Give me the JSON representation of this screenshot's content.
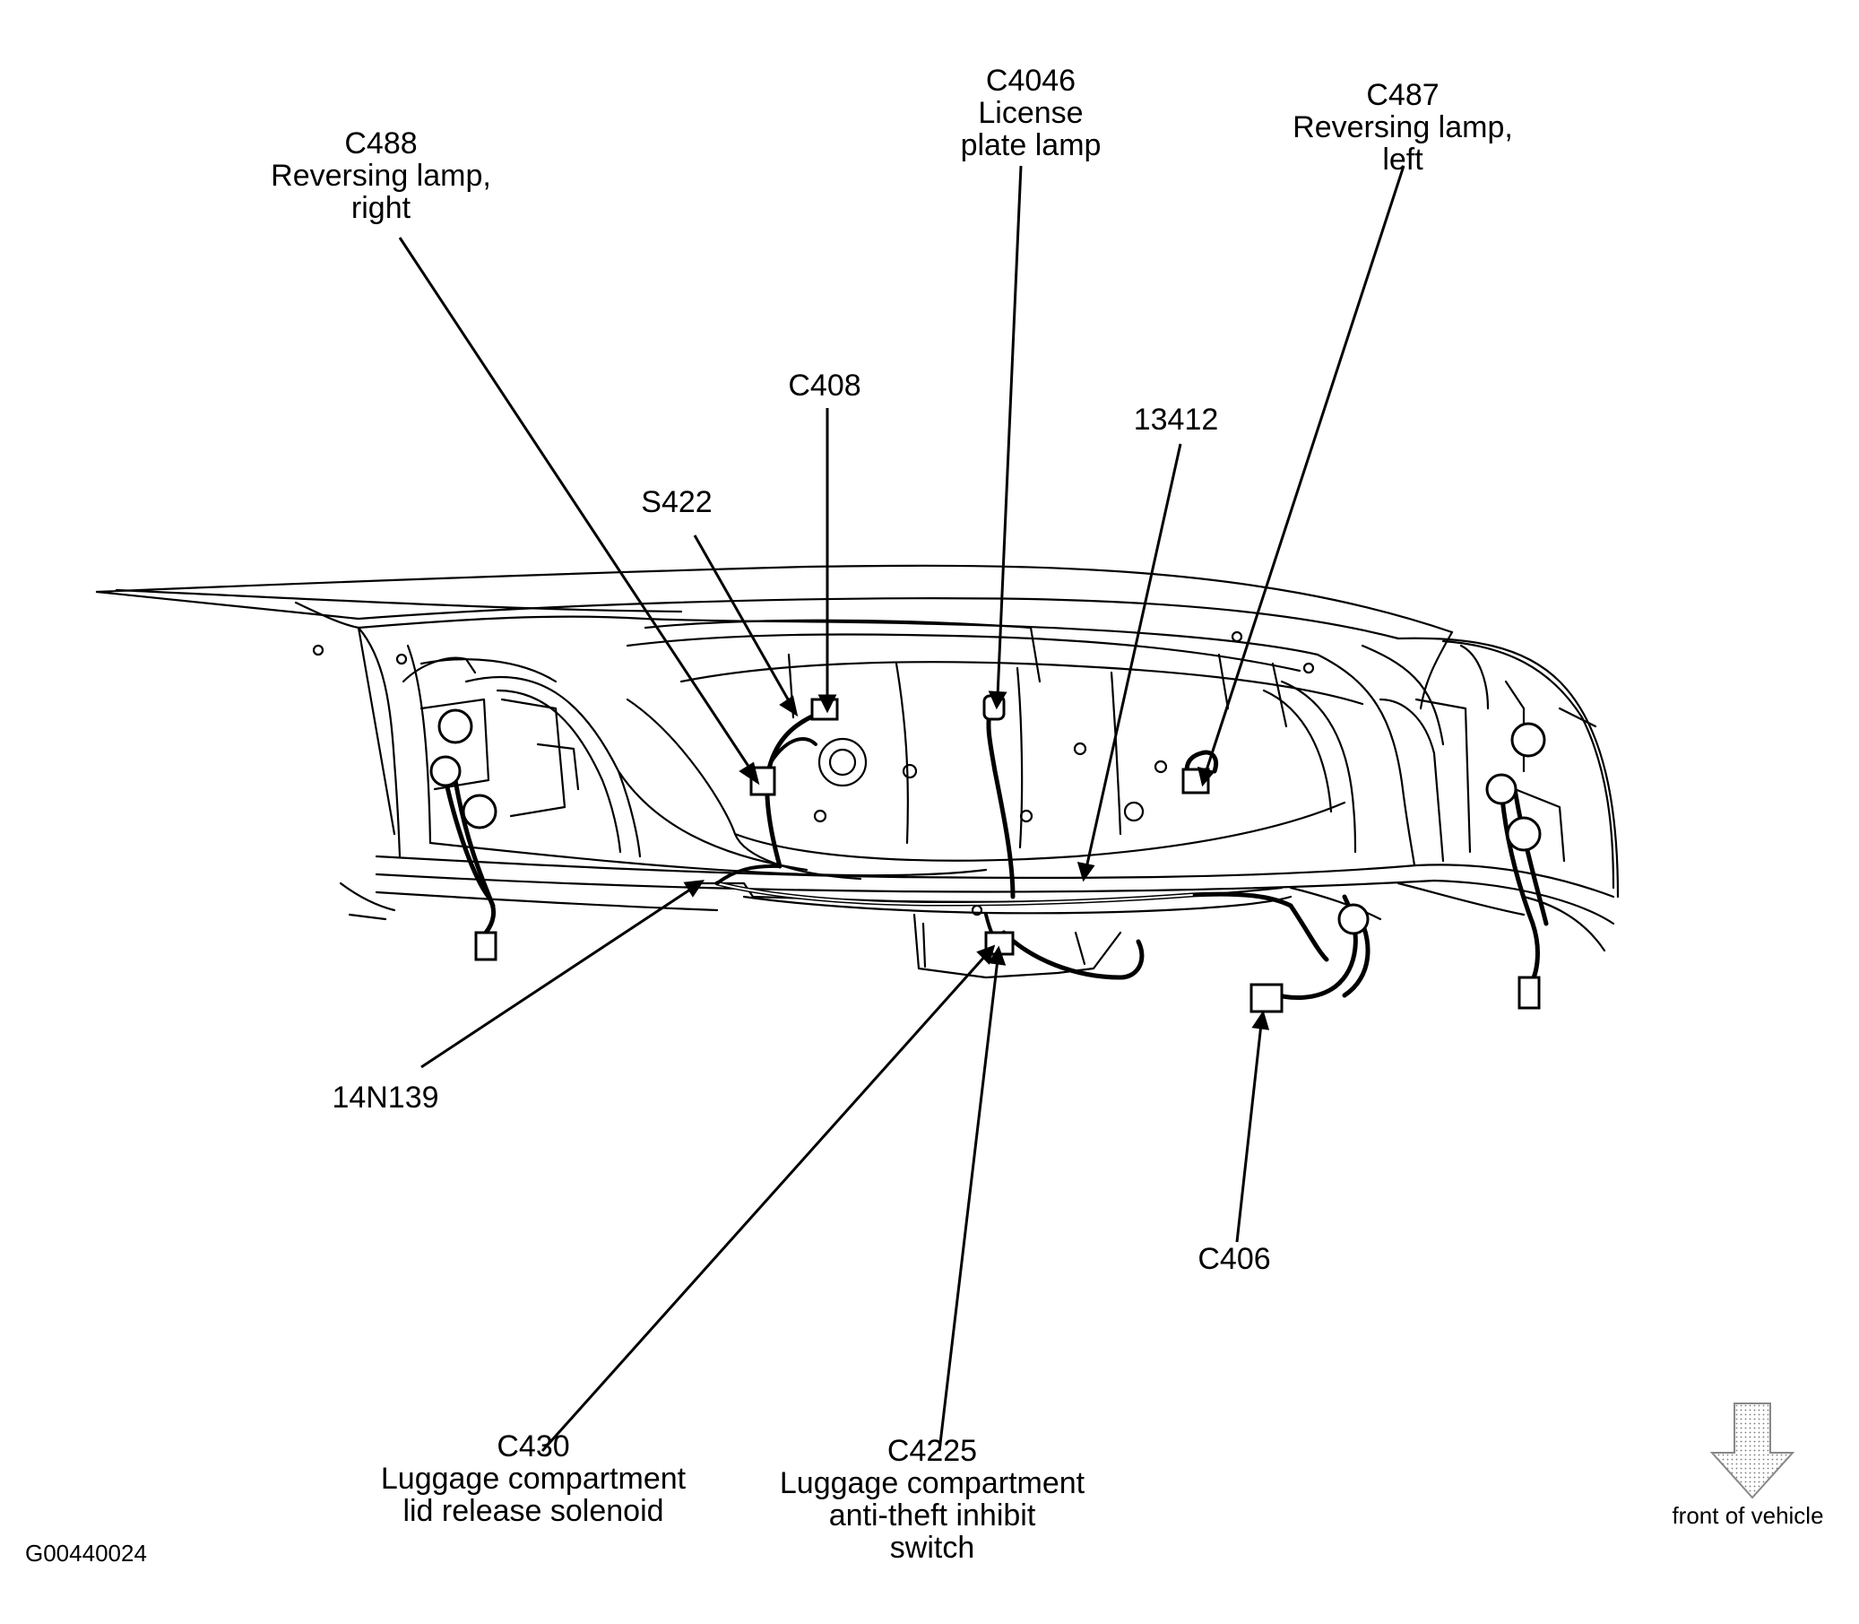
{
  "diagram_id": "G00440024",
  "orientation": {
    "label": "front of vehicle",
    "icon": "arrow-down-icon"
  },
  "labels": {
    "c488": [
      "C488",
      "Reversing lamp,",
      "right"
    ],
    "c4046": [
      "C4046",
      "License",
      "plate lamp"
    ],
    "c487": [
      "C487",
      "Reversing lamp,",
      "left"
    ],
    "c408": [
      "C408"
    ],
    "s422": [
      "S422"
    ],
    "n13412": [
      "13412"
    ],
    "n14n139": [
      "14N139"
    ],
    "c406": [
      "C406"
    ],
    "c430": [
      "C430",
      "Luggage compartment",
      "lid release solenoid"
    ],
    "c4225": [
      "C4225",
      "Luggage compartment",
      "anti-theft inhibit",
      "switch"
    ]
  }
}
